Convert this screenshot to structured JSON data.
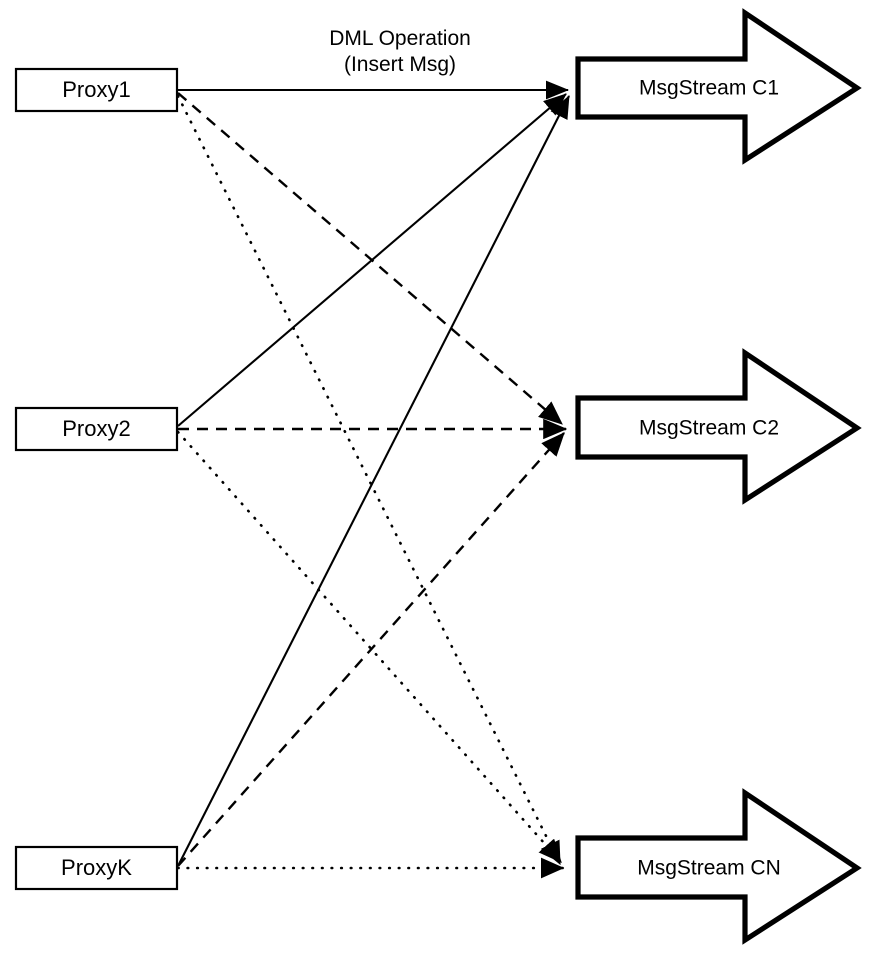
{
  "diagram": {
    "title": "Proxy to MsgStream routing diagram",
    "background_color": "#ffffff",
    "stroke_color": "#000000",
    "edge_label": {
      "line1": "DML Operation",
      "line2": "(Insert Msg)"
    },
    "sources": [
      {
        "id": "proxy1",
        "label": "Proxy1"
      },
      {
        "id": "proxy2",
        "label": "Proxy2"
      },
      {
        "id": "proxyk",
        "label": "ProxyK"
      }
    ],
    "targets": [
      {
        "id": "c1",
        "label": "MsgStream C1"
      },
      {
        "id": "c2",
        "label": "MsgStream C2"
      },
      {
        "id": "cn",
        "label": "MsgStream CN"
      }
    ],
    "connections": [
      {
        "from": "proxy1",
        "to": "c1",
        "style": "solid"
      },
      {
        "from": "proxy1",
        "to": "c2",
        "style": "dashed"
      },
      {
        "from": "proxy1",
        "to": "cn",
        "style": "dotted"
      },
      {
        "from": "proxy2",
        "to": "c1",
        "style": "solid"
      },
      {
        "from": "proxy2",
        "to": "c2",
        "style": "dashed"
      },
      {
        "from": "proxy2",
        "to": "cn",
        "style": "dotted"
      },
      {
        "from": "proxyk",
        "to": "c1",
        "style": "solid"
      },
      {
        "from": "proxyk",
        "to": "c2",
        "style": "dashed"
      },
      {
        "from": "proxyk",
        "to": "cn",
        "style": "dotted"
      }
    ]
  }
}
